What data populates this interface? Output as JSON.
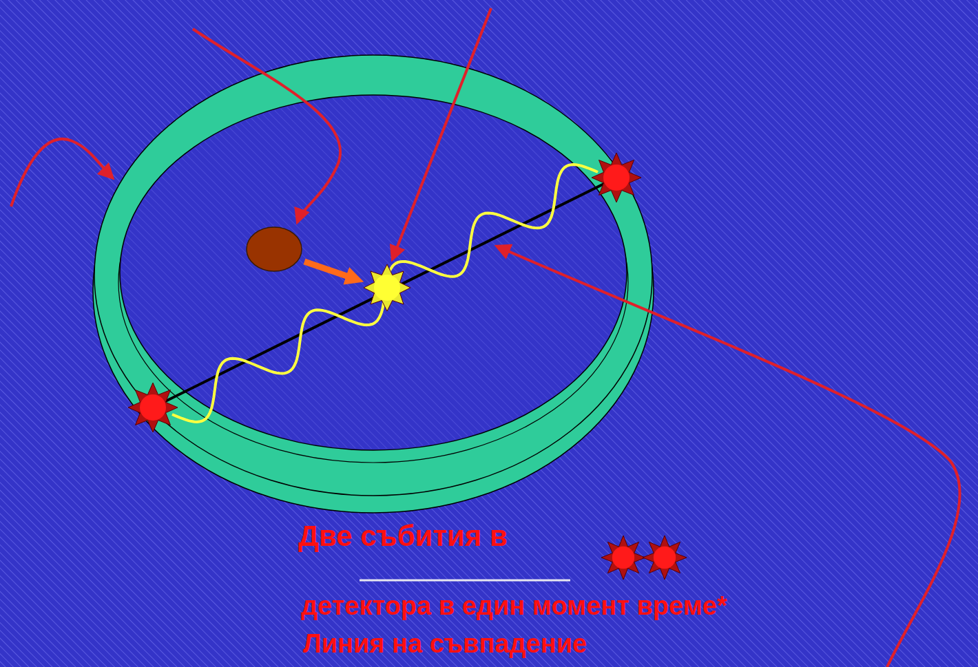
{
  "diagram": {
    "labels": [
      "Две събития в",
      "детектора в един момент време*",
      "Линия на съвпадение"
    ]
  }
}
